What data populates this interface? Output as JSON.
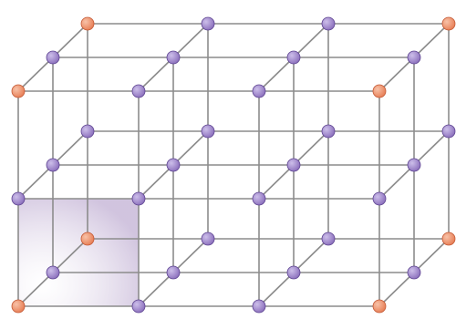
{
  "diagram": {
    "type": "cubic-lattice",
    "cells": {
      "x": 3,
      "y": 2,
      "z": 2
    },
    "highlighted_face": {
      "cell": [
        0,
        0,
        0
      ],
      "face": "front"
    },
    "colors": {
      "edge": "#8c8c8c",
      "corner_atom": "#e8825a",
      "corner_atom_highlight": "#f8c2a8",
      "corner_atom_stroke": "#c45a36",
      "inner_atom": "#8f74bf",
      "inner_atom_highlight": "#cdbfea",
      "inner_atom_stroke": "#5f4592",
      "face_fill": "#c9bad9"
    },
    "corner_atoms": [
      [
        0,
        0,
        0
      ],
      [
        3,
        0,
        0
      ],
      [
        0,
        2,
        0
      ],
      [
        3,
        2,
        0
      ],
      [
        0,
        0,
        2
      ],
      [
        3,
        0,
        2
      ],
      [
        0,
        2,
        2
      ],
      [
        3,
        2,
        2
      ]
    ]
  }
}
